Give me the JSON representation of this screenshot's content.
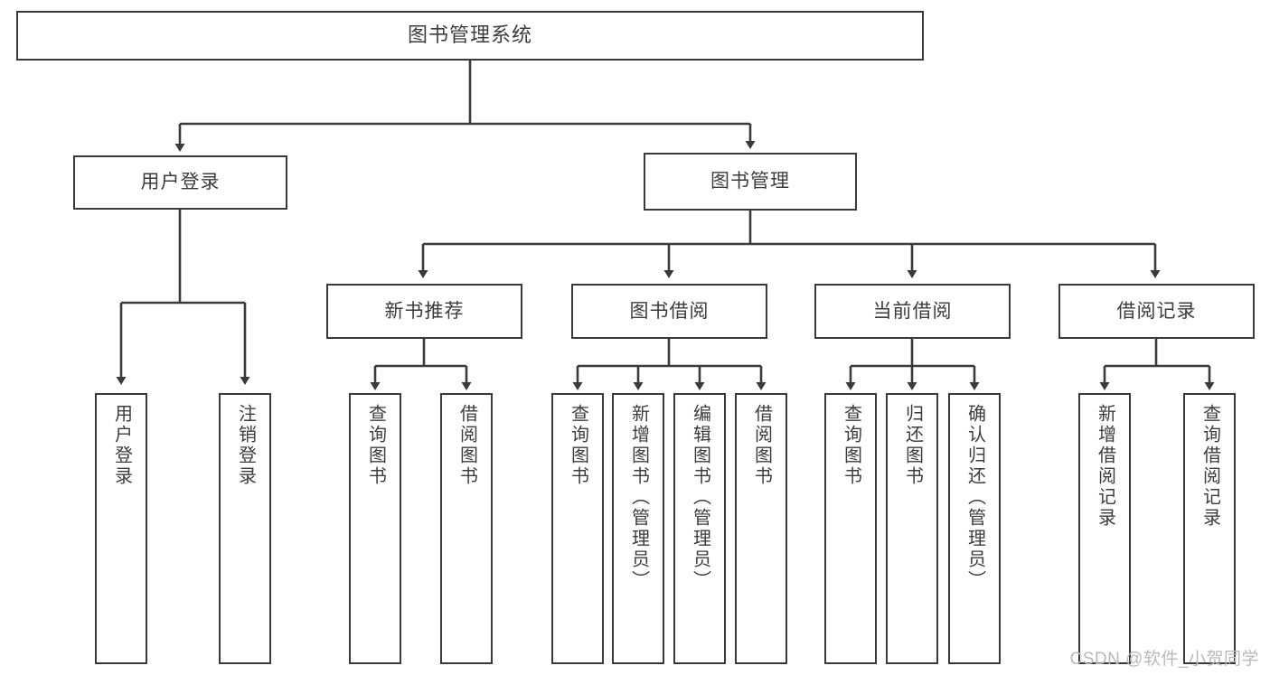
{
  "diagram": {
    "title": "图书管理系统",
    "type": "tree-hierarchy-chart",
    "root": {
      "label": "图书管理系统"
    },
    "level1": [
      {
        "label": "用户登录"
      },
      {
        "label": "图书管理"
      }
    ],
    "level2": [
      {
        "label": "新书推荐"
      },
      {
        "label": "图书借阅"
      },
      {
        "label": "当前借阅"
      },
      {
        "label": "借阅记录"
      }
    ],
    "leaves": {
      "user_login": [
        {
          "label": "用户登录"
        },
        {
          "label": "注销登录"
        }
      ],
      "new_book_recommend": [
        {
          "label": "查询图书"
        },
        {
          "label": "借阅图书"
        }
      ],
      "book_borrow": [
        {
          "label": "查询图书"
        },
        {
          "label": "新增图书（管理员）"
        },
        {
          "label": "编辑图书（管理员）"
        },
        {
          "label": "借阅图书"
        }
      ],
      "current_borrow": [
        {
          "label": "查询图书"
        },
        {
          "label": "归还图书"
        },
        {
          "label": "确认归还（管理员）"
        }
      ],
      "borrow_record": [
        {
          "label": "新增借阅记录"
        },
        {
          "label": "查询借阅记录"
        }
      ]
    }
  },
  "watermark": {
    "text": "CSDN @软件_小贺同学"
  },
  "colors": {
    "border": "#3a3a3a",
    "text": "#3c3c3c",
    "background": "#ffffff",
    "watermark": "#b9b9b9"
  }
}
